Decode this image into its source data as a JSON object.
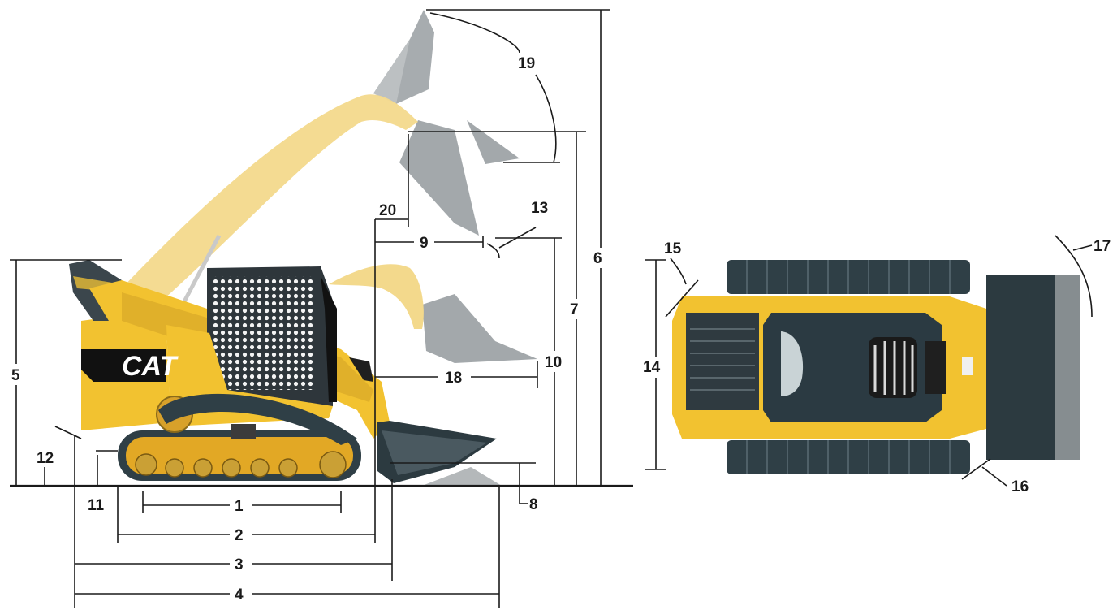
{
  "logo": {
    "text": "CAT"
  },
  "labels": {
    "d1": "1",
    "d2": "2",
    "d3": "3",
    "d4": "4",
    "d5": "5",
    "d6": "6",
    "d7": "7",
    "d8": "8",
    "d9": "9",
    "d10": "10",
    "d11": "11",
    "d12": "12",
    "d13": "13",
    "d14": "14",
    "d15": "15",
    "d16": "16",
    "d17": "17",
    "d18": "18",
    "d19": "19",
    "d20": "20"
  },
  "colors": {
    "machine_yellow": "#f2c230",
    "boom_ghost": "#f3d98c",
    "bucket_ghost": "#a3a8ab",
    "track_dark": "#2f3f46",
    "bucket_dark": "#2c3a40"
  }
}
